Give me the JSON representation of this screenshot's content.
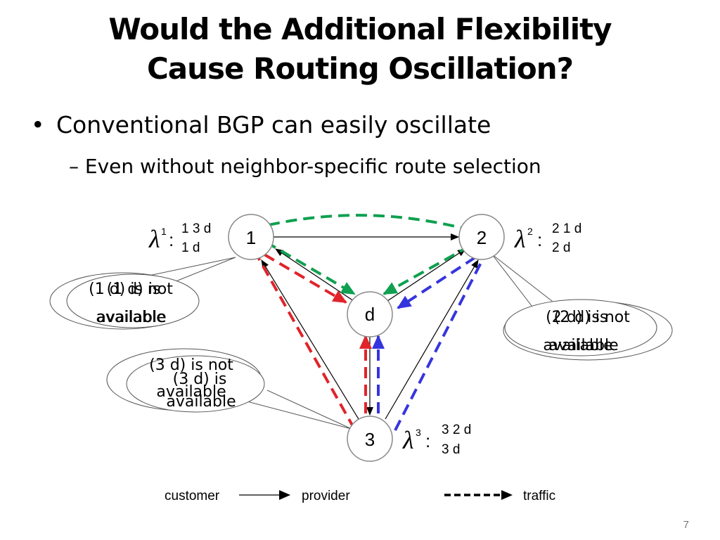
{
  "slide": {
    "title_line1": "Would the Additional Flexibility",
    "title_line2": "Cause Routing Oscillation?",
    "bullet": "Conventional BGP can easily oscillate",
    "sub_bullet": "Even without neighbor-specific route selection",
    "page_number": "7"
  },
  "nodes": {
    "n1": "1",
    "n2": "2",
    "n3": "3",
    "nd": "d"
  },
  "rankings": {
    "r1": {
      "symbol": "λ",
      "sup": "1",
      "colon": ":",
      "pref1": "1 3 d",
      "pref2": "1 d"
    },
    "r2": {
      "symbol": "λ",
      "sup": "2",
      "colon": ":",
      "pref1": "2 1 d",
      "pref2": "2 d"
    },
    "r3": {
      "symbol": "λ",
      "sup": "3",
      "colon": ":",
      "pref1": "3 2 d",
      "pref2": "3 d"
    }
  },
  "callouts": {
    "c1": {
      "line1": "(1 d) is not",
      "line2": "available",
      "ghost1": "(1 d) is",
      "ghost2": "available"
    },
    "c2": {
      "line1": "(2 d) is not",
      "line2": "available",
      "ghost1": "(2 d) is",
      "ghost2": "available"
    },
    "c3": {
      "line1": "(3 d) is not",
      "line2": "available",
      "ghost1": "(3 d) is",
      "ghost2": "available"
    }
  },
  "legend": {
    "customer": "customer",
    "provider": "provider",
    "traffic": "traffic"
  },
  "colors": {
    "green": "#0fa050",
    "red": "#e0242a",
    "blue": "#3535dd",
    "node_stroke": "#888888",
    "edge": "#000000"
  }
}
